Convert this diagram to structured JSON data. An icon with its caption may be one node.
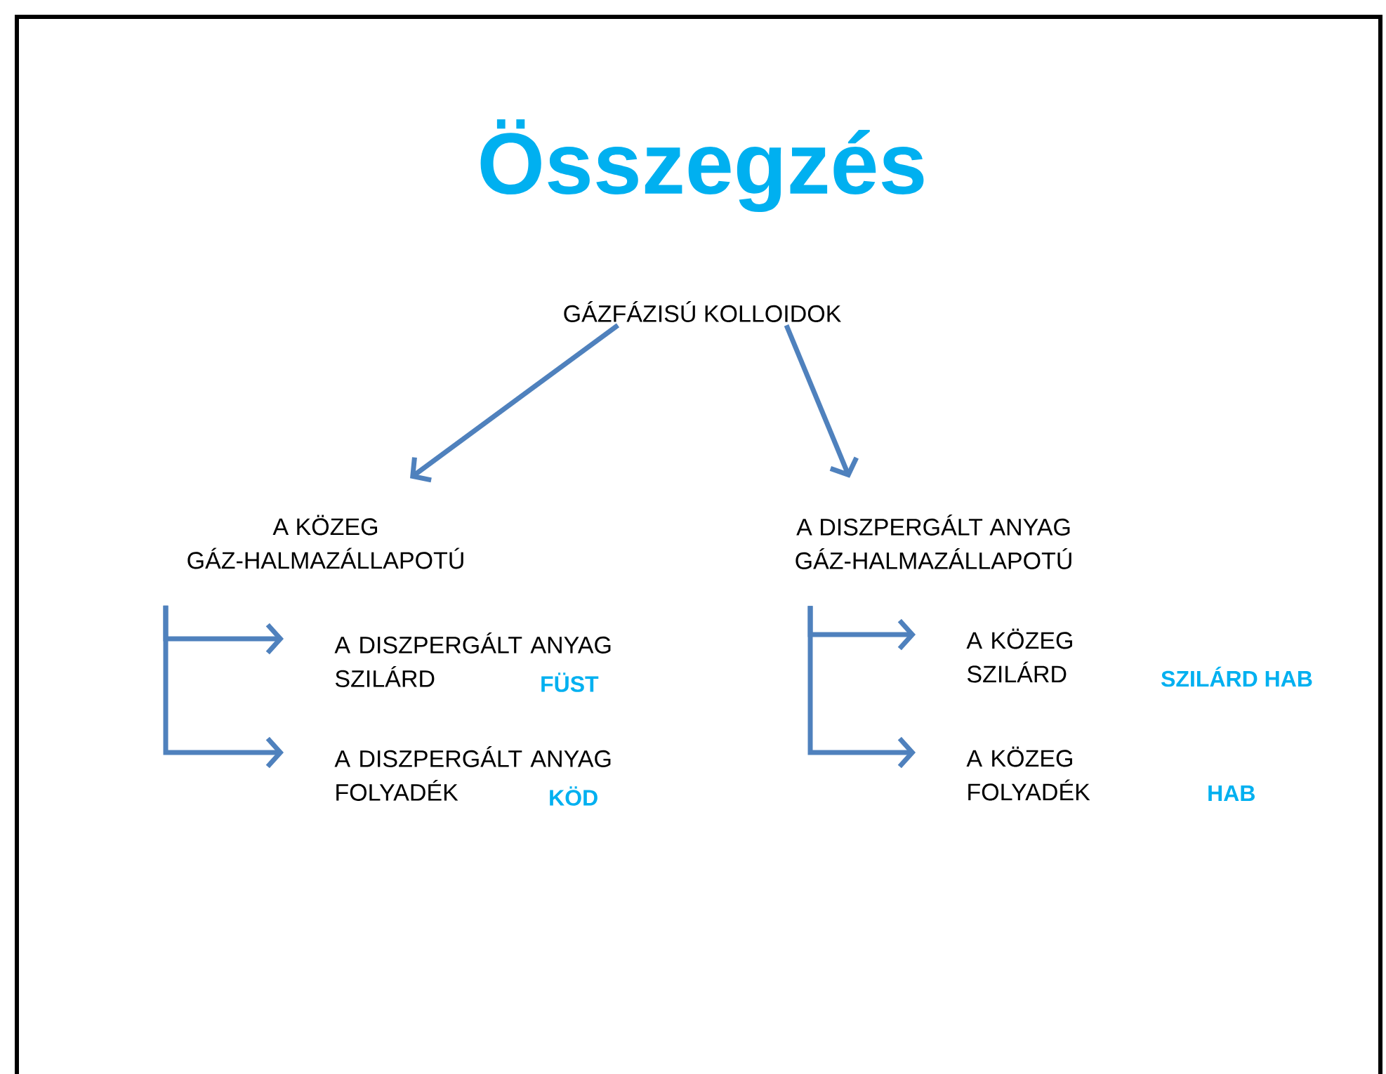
{
  "diagram": {
    "title": "Összegzés",
    "nodes": [
      {
        "text": [
          "GÁZFÁZISÚ KOLLOIDOK"
        ]
      },
      {
        "text": [
          "A KÖZEG GÁZ-HALMAZÁLLAPOTÚ"
        ]
      },
      {
        "text": [
          "A DISZPERGÁLT ANYAG GÁZ-HALMAZÁLLAPOTÚ"
        ]
      },
      {
        "text": [
          "A DISZPERGÁLT ANYAG SZILÁRD"
        ],
        "beside": [
          "FÜST"
        ]
      },
      {
        "text": [
          "A DISZPERGÁLT ANYAG FOLYADÉK"
        ],
        "beside": [
          "KÖD"
        ]
      },
      {
        "text": [
          "A KÖZEG SZILÁRD"
        ],
        "beside": [
          "SZILÁRD HAB"
        ]
      },
      {
        "text": [
          "A KÖZEG FOLYADÉK"
        ]
      }
    ],
    "edges": [
      {
        "from": 0,
        "to": 1,
        "arrow": "to"
      },
      {
        "from": 0,
        "to": 2,
        "arrow": "to"
      },
      {
        "from": 1,
        "to": 3,
        "arrow": "to"
      },
      {
        "from": 1,
        "to": 4,
        "arrow": "to"
      },
      {
        "from": 2,
        "to": 5,
        "arrow": "to"
      },
      {
        "from": 2,
        "to": 6,
        "arrow": "to"
      }
    ],
    "labels": [
      "HAB"
    ]
  }
}
